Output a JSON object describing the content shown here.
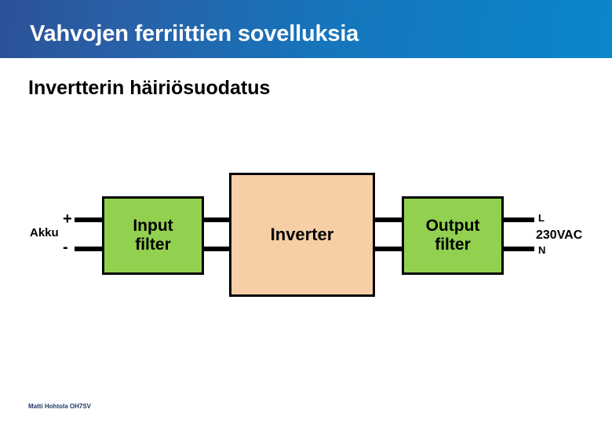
{
  "slide": {
    "title": "Vahvojen ferriittien sovelluksia",
    "subtitle": "Invertterin häiriösuodatus",
    "footer": "Matti Hohtola OH7SV",
    "colors": {
      "header_gradient_start": "#2b5197",
      "header_gradient_end": "#0b86cc",
      "filter_block_fill": "#92d050",
      "inverter_block_fill": "#f7cfa6",
      "outline": "#000000",
      "footer_text": "#1f3864"
    }
  },
  "diagram": {
    "type": "block-diagram",
    "blocks": [
      {
        "id": "input-filter",
        "label_line1": "Input",
        "label_line2": "filter",
        "fill": "#92d050"
      },
      {
        "id": "inverter",
        "label_line1": "Inverter",
        "label_line2": "",
        "fill": "#f7cfa6"
      },
      {
        "id": "output-filter",
        "label_line1": "Output",
        "label_line2": "filter",
        "fill": "#92d050"
      }
    ],
    "source": {
      "name": "Akku",
      "positive_terminal": "+",
      "negative_terminal": "-"
    },
    "output": {
      "line_terminal": "L",
      "voltage": "230VAC",
      "neutral_terminal": "N"
    }
  }
}
